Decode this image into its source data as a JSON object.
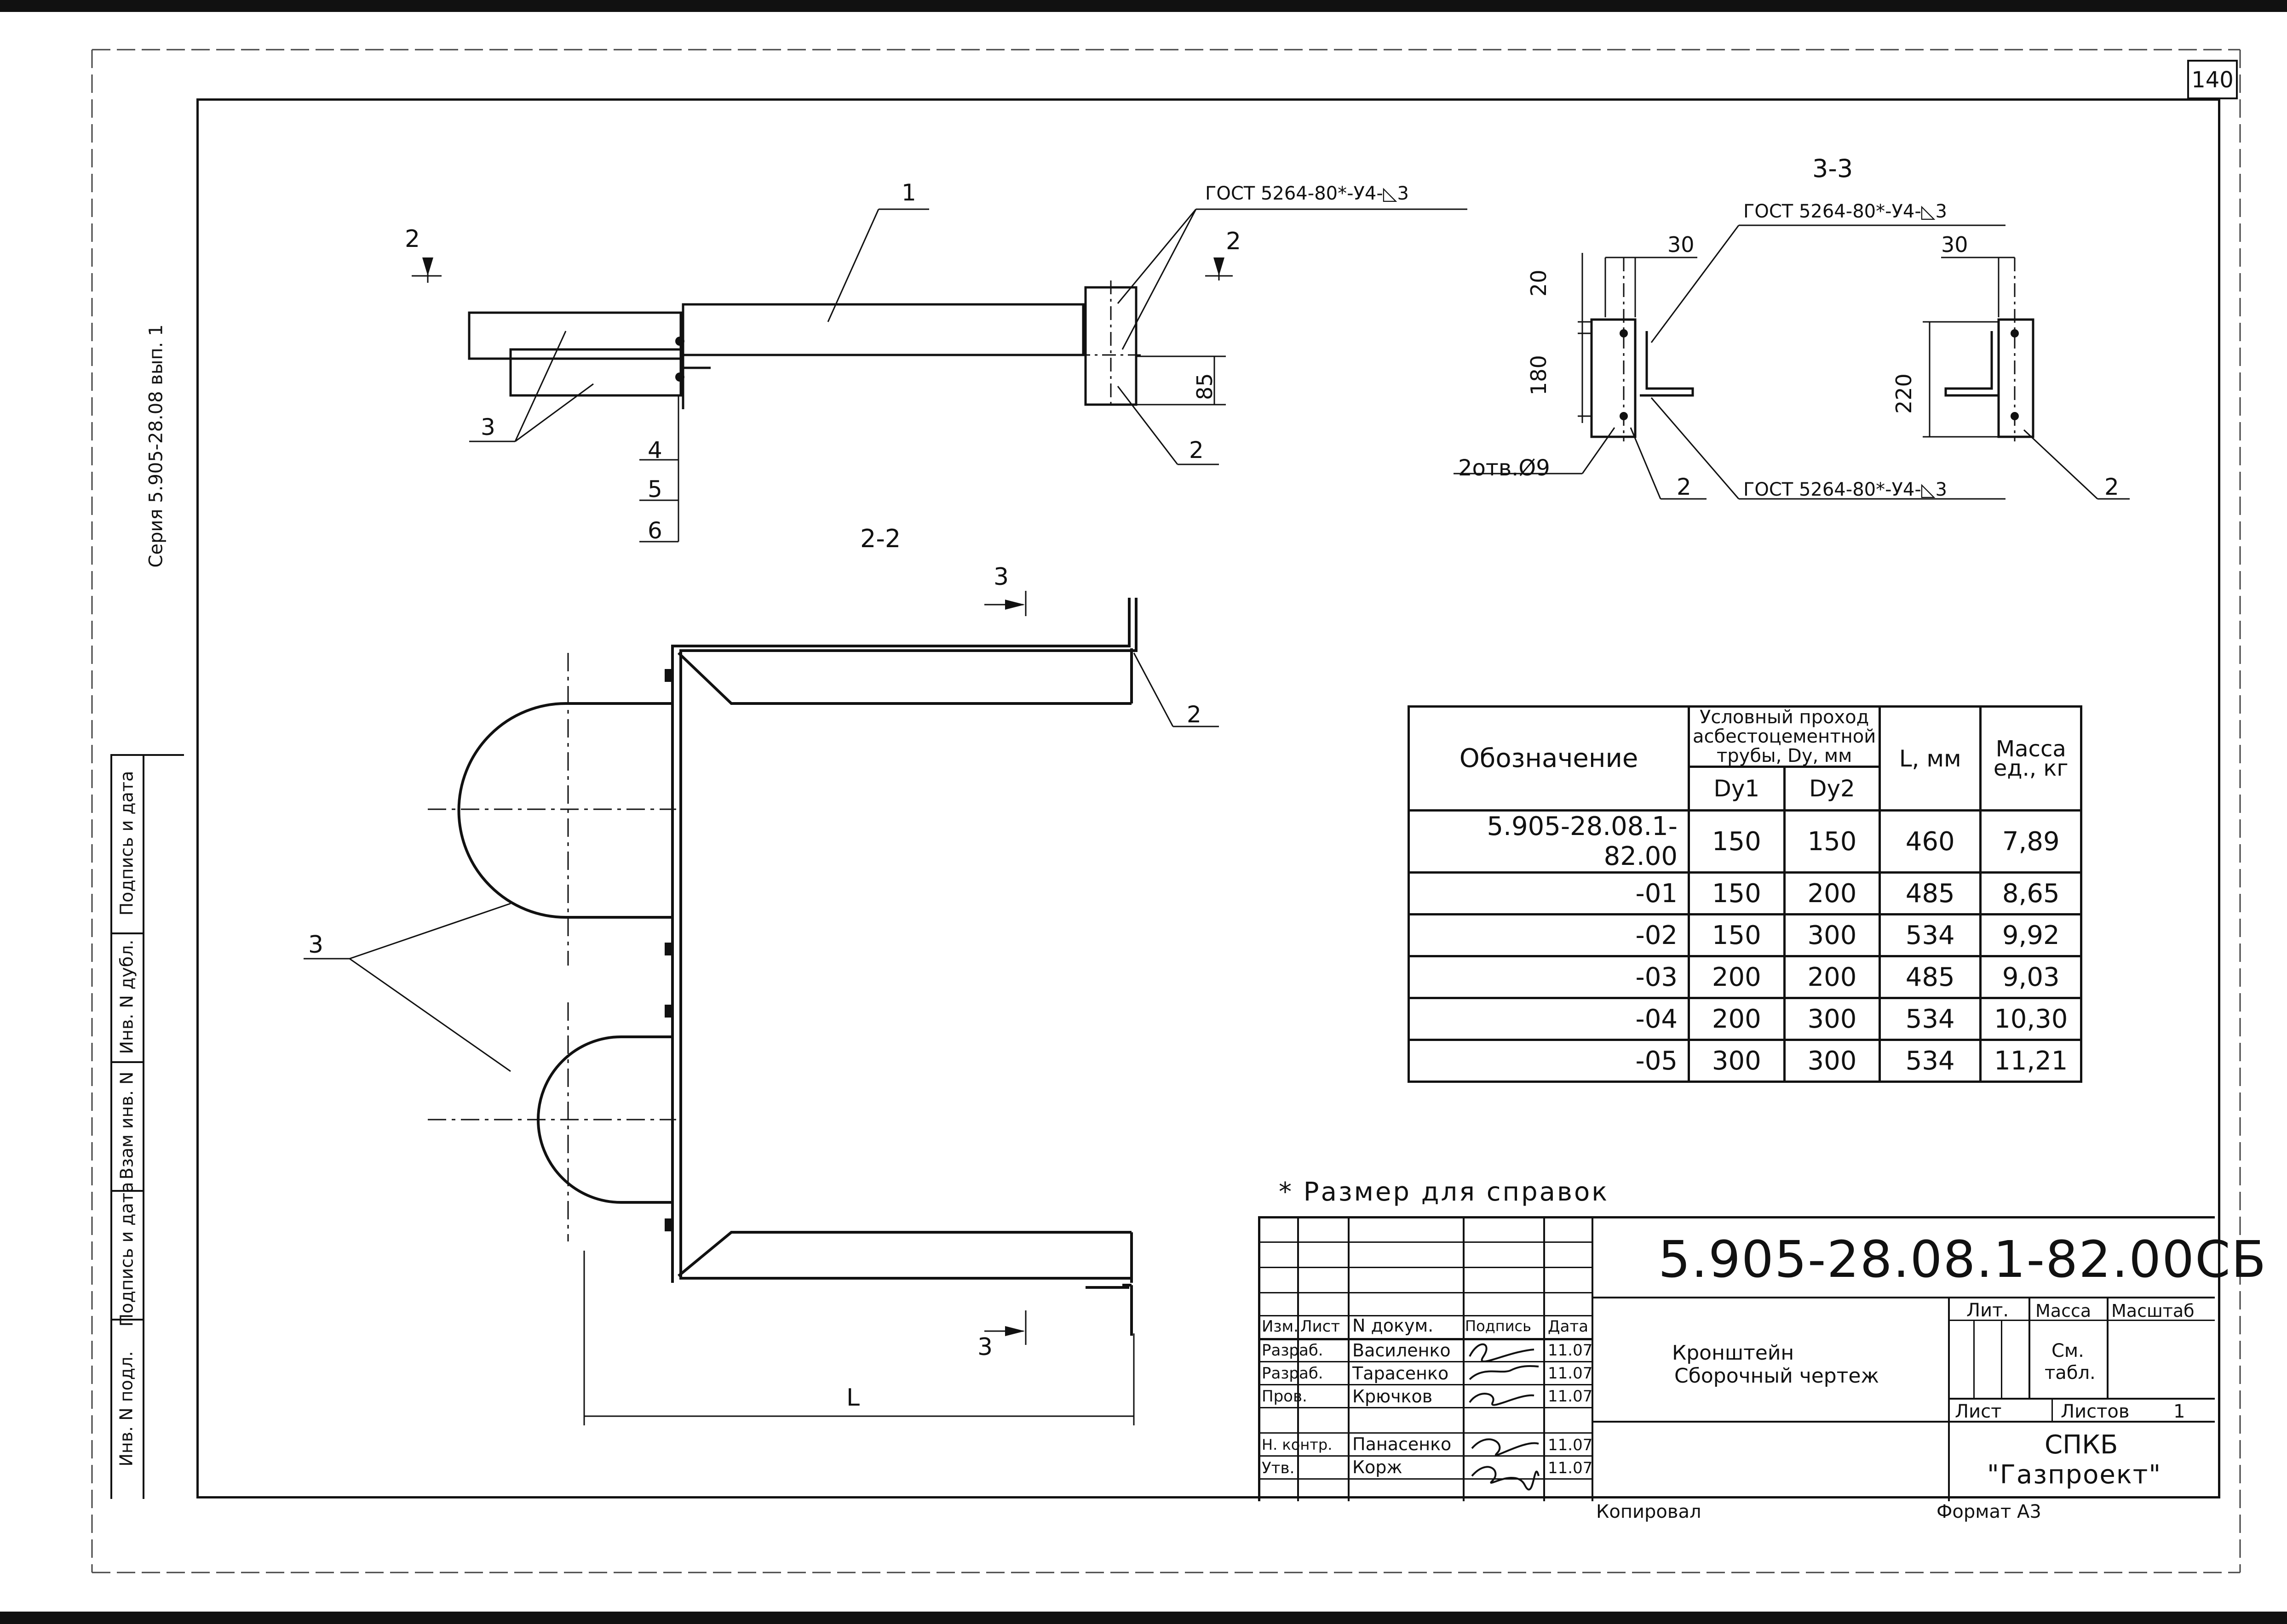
{
  "page_number": "140",
  "series": "Серия 5.905-28.08 вып. 1",
  "side_stamp": [
    "Инв. N подл.",
    "Подпись и дата",
    "Взам инв. N",
    "Инв. N дубл.",
    "Подпись и дата"
  ],
  "views": {
    "top_label_2": "2",
    "section_2_2": "2-2",
    "section_3_3": "3-3",
    "label_3": "3"
  },
  "callouts": {
    "pos1": "1",
    "pos2": "2",
    "pos3": "3",
    "pos4": "4",
    "pos5": "5",
    "pos6": "6"
  },
  "welds": {
    "weld_main": "ГОСТ 5264-80*-У4-◺3",
    "weld_33_top": "ГОСТ 5264-80*-У4-◺3",
    "weld_33_bottom": "ГОСТ 5264-80*-У4-◺3"
  },
  "dims": {
    "d85": "85",
    "d30a": "30",
    "d30b": "30",
    "d20": "20",
    "d180": "180",
    "d220": "220",
    "holes": "2отв.Ø9",
    "L": "L"
  },
  "spec_table": {
    "headers": {
      "designation": "Обозначение",
      "passage": "Условный проход асбестоцементной трубы, Dу, мм",
      "dy1": "Dy1",
      "dy2": "Dy2",
      "L": "L, мм",
      "mass": "Масса ед., кг"
    },
    "rows": [
      {
        "designation": "5.905-28.08.1-82.00",
        "dy1": "150",
        "dy2": "150",
        "L": "460",
        "mass": "7,89"
      },
      {
        "designation": "-01",
        "dy1": "150",
        "dy2": "200",
        "L": "485",
        "mass": "8,65"
      },
      {
        "designation": "-02",
        "dy1": "150",
        "dy2": "300",
        "L": "534",
        "mass": "9,92"
      },
      {
        "designation": "-03",
        "dy1": "200",
        "dy2": "200",
        "L": "485",
        "mass": "9,03"
      },
      {
        "designation": "-04",
        "dy1": "200",
        "dy2": "300",
        "L": "534",
        "mass": "10,30"
      },
      {
        "designation": "-05",
        "dy1": "300",
        "dy2": "300",
        "L": "534",
        "mass": "11,21"
      }
    ]
  },
  "note": "* Размер для справок",
  "title_block": {
    "doc_code": "5.905-28.08.1-82.00СБ",
    "title_line1": "Кронштейн",
    "title_line2": "Сборочный чертеж",
    "col_izm": "Изм.",
    "col_list": "Лист",
    "col_ndoc": "N докум.",
    "col_sign": "Подпись",
    "col_date": "Дата",
    "people": [
      {
        "role": "Разраб.",
        "name": "Василенко",
        "date": "11.07"
      },
      {
        "role": "Разраб.",
        "name": "Тарасенко",
        "date": "11.07"
      },
      {
        "role": "Пров.",
        "name": "Крючков",
        "date": "11.07"
      },
      {
        "role": "",
        "name": "",
        "date": ""
      },
      {
        "role": "Н. контр.",
        "name": "Панасенко",
        "date": "11.07"
      },
      {
        "role": "Утв.",
        "name": "Корж",
        "date": "11.07"
      }
    ],
    "lit": "Лит.",
    "massa": "Масса",
    "masshtab": "Масштаб",
    "see_table_1": "См.",
    "see_table_2": "табл.",
    "sheet": "Лист",
    "sheets": "Листов",
    "sheets_count": "1",
    "org1": "СПКБ",
    "org2": "\"Газпроект\"",
    "copied": "Копировал",
    "format": "Формат А3"
  }
}
